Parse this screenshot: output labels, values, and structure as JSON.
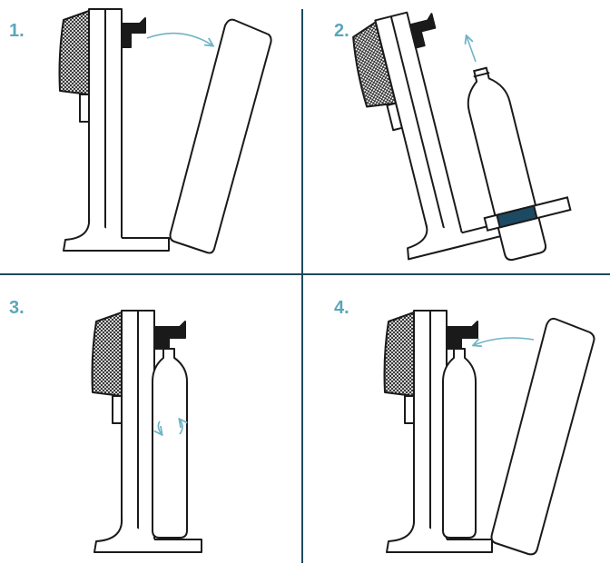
{
  "steps": [
    {
      "label": "1."
    },
    {
      "label": "2."
    },
    {
      "label": "3."
    },
    {
      "label": "4."
    }
  ],
  "colors": {
    "label": "#5aa7bb",
    "arrow": "#6fb4c6",
    "divider": "#1f4a5c",
    "ink": "#1a1a1a",
    "band": "#1d4a63"
  }
}
